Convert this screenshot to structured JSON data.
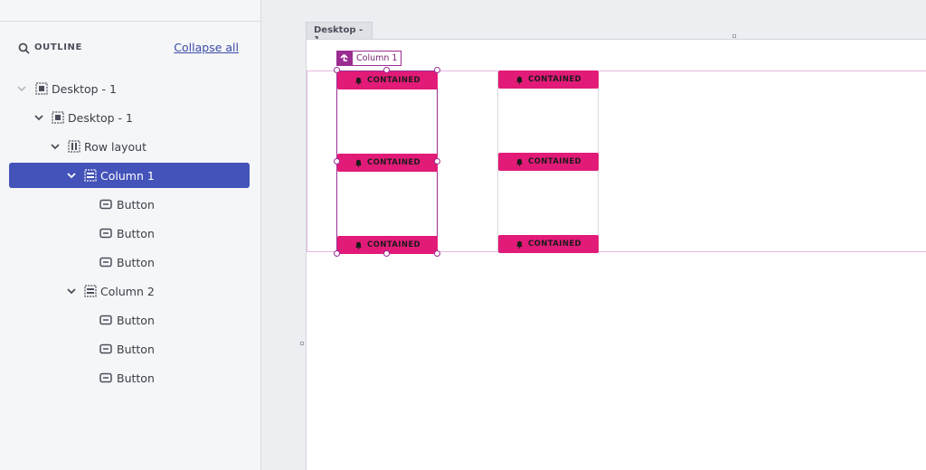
{
  "outline": {
    "title": "OUTLINE",
    "collapse_label": "Collapse all",
    "items": [
      {
        "label": "Desktop - 1",
        "icon": "layout-grid-icon"
      },
      {
        "label": "Desktop - 1",
        "icon": "layout-grid-icon"
      },
      {
        "label": "Row layout",
        "icon": "row-layout-icon"
      },
      {
        "label": "Column 1",
        "icon": "column-layout-icon",
        "selected": true
      },
      {
        "label": "Button",
        "icon": "button-icon"
      },
      {
        "label": "Button",
        "icon": "button-icon"
      },
      {
        "label": "Button",
        "icon": "button-icon"
      },
      {
        "label": "Column 2",
        "icon": "column-layout-icon"
      },
      {
        "label": "Button",
        "icon": "button-icon"
      },
      {
        "label": "Button",
        "icon": "button-icon"
      },
      {
        "label": "Button",
        "icon": "button-icon"
      }
    ]
  },
  "canvas": {
    "frame_tab": "Desktop - 1",
    "selection_label": "Column 1",
    "button_label": "CONTAINED",
    "button_icon": "bell-icon"
  },
  "colors": {
    "selected_bg": "#4353b9",
    "accent_button": "#e21b78",
    "selection_outline": "#9b2d92"
  }
}
